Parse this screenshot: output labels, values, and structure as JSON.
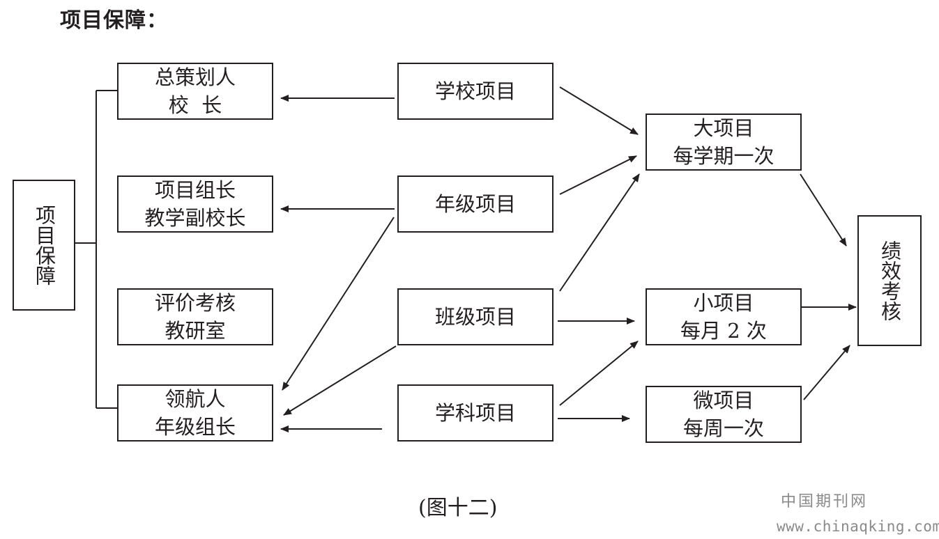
{
  "heading": "项目保障：",
  "root": {
    "label": "项目保障"
  },
  "roles": [
    {
      "line1": "总策划人",
      "line2": "校  长"
    },
    {
      "line1": "项目组长",
      "line2": "教学副校长"
    },
    {
      "line1": "评价考核",
      "line2": "教研室"
    },
    {
      "line1": "领航人",
      "line2": "年级组长"
    }
  ],
  "projects": [
    {
      "label": "学校项目"
    },
    {
      "label": "年级项目"
    },
    {
      "label": "班级项目"
    },
    {
      "label": "学科项目"
    }
  ],
  "tiers": [
    {
      "line1": "大项目",
      "line2": "每学期一次"
    },
    {
      "line1": "小项目",
      "line2": "每月 2 次"
    },
    {
      "line1": "微项目",
      "line2": "每周一次"
    }
  ],
  "outcome": {
    "label": "绩效考核"
  },
  "caption": "(图十二)",
  "watermark": {
    "cn": "中国期刊网",
    "url": "www.chinaqking.com"
  }
}
